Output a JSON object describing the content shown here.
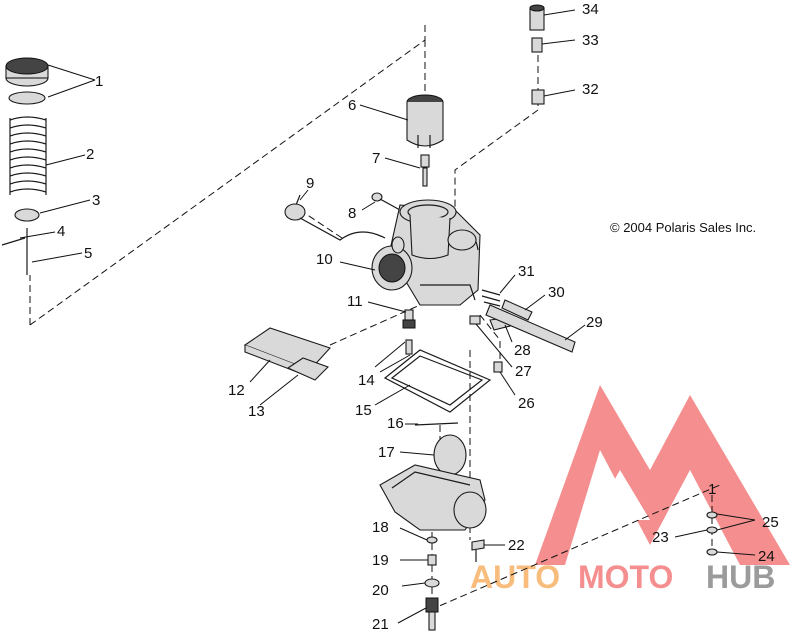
{
  "copyright": "© 2004 Polaris Sales Inc.",
  "watermark": {
    "text_auto": "AUTO",
    "text_moto": "MOTO",
    "text_hub": "HUB",
    "color_red": "#f47c7c",
    "color_orange": "#f7b267",
    "color_gray": "#8a8a8a"
  },
  "callouts": [
    "1",
    "1",
    "2",
    "3",
    "4",
    "5",
    "6",
    "7",
    "8",
    "9",
    "10",
    "11",
    "12",
    "13",
    "14",
    "15",
    "16",
    "17",
    "18",
    "19",
    "20",
    "21",
    "22",
    "23",
    "24",
    "25",
    "26",
    "27",
    "28",
    "29",
    "30",
    "31",
    "32",
    "33",
    "34"
  ]
}
